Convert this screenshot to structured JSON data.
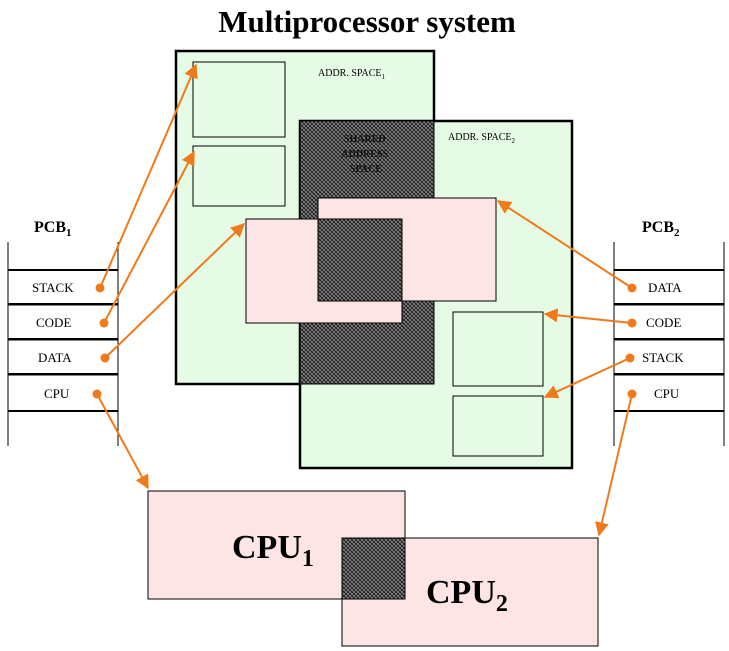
{
  "title": "Multiprocessor system",
  "addr_space_1": {
    "label": "ADDR. SPACE",
    "sub": "1"
  },
  "addr_space_2": {
    "label": "ADDR. SPACE",
    "sub": "2"
  },
  "shared": {
    "line1": "SHARED",
    "line2": "ADDRESS",
    "line3": "SPACE"
  },
  "pcb1": {
    "title": "PCB",
    "sub": "1",
    "rows": [
      "STACK",
      "CODE",
      "DATA",
      "CPU"
    ]
  },
  "pcb2": {
    "title": "PCB",
    "sub": "2",
    "rows": [
      "DATA",
      "CODE",
      "STACK",
      "CPU"
    ]
  },
  "cpu1": {
    "label": "CPU",
    "sub": "1"
  },
  "cpu2": {
    "label": "CPU",
    "sub": "2"
  },
  "colors": {
    "addr_space_fill": "#e5fbe5",
    "segment_fill": "#fde5e5",
    "arrow": "#f07a1a",
    "hatch_dark": "#1a1a1a",
    "hatch_light": "#8a8a8a"
  }
}
